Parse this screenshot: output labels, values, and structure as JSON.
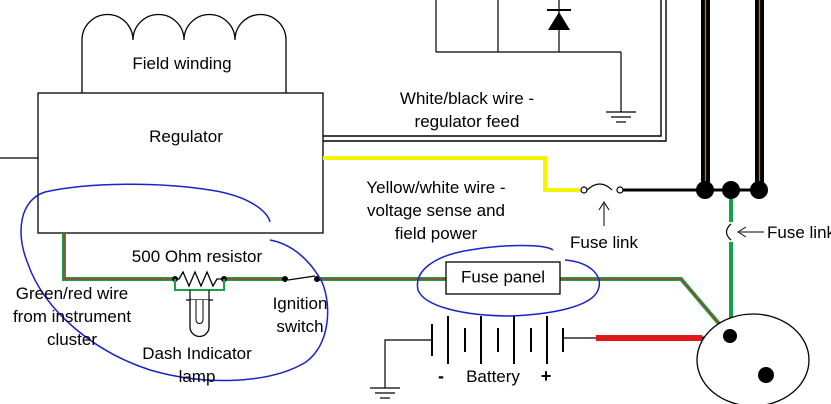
{
  "labels": {
    "field_winding": "Field winding",
    "regulator": "Regulator",
    "white_black_1": "White/black wire -",
    "white_black_2": "regulator feed",
    "yellow_white_1": "Yellow/white wire -",
    "yellow_white_2": "voltage sense and",
    "yellow_white_3": "field power",
    "fuse_link_center": "Fuse link",
    "fuse_link_right": "Fuse link",
    "resistor": "500 Ohm resistor",
    "green_red_1": "Green/red wire",
    "green_red_2": "from instrument",
    "green_red_3": "cluster",
    "dash_1": "Dash Indicator",
    "dash_2": "lamp",
    "ignition_1": "Ignition",
    "ignition_2": "switch",
    "fuse_panel": "Fuse panel",
    "battery": "Battery",
    "minus": "-",
    "plus": "+"
  },
  "colors": {
    "wire_black": "#000000",
    "wire_yellow": "#f5f500",
    "wire_green": "#1aa04a",
    "wire_red": "#e01818",
    "wire_brown": "#b07a18",
    "annotation": "#1a22c8"
  }
}
